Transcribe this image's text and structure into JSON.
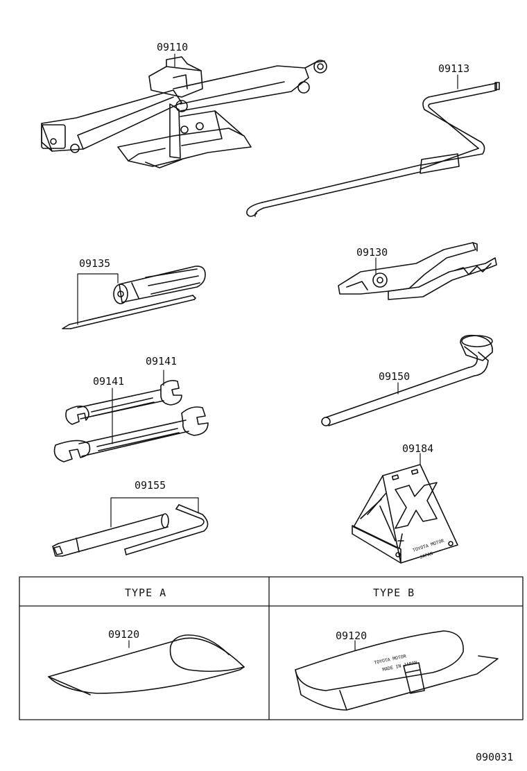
{
  "labels": {
    "jack": "09110",
    "jack_handle": "09113",
    "screwdriver": "09135",
    "pliers": "09130",
    "wrench_small": "09141",
    "wrench_large": "09141",
    "wheel_nut_wrench": "09150",
    "wheel_chock": "09184",
    "socket_tool": "09155",
    "tool_bag_a": "09120",
    "tool_bag_b": "09120"
  },
  "table": {
    "type_a_header": "TYPE  A",
    "type_b_header": "TYPE  B"
  },
  "stamps": {
    "chock_line1": "TOYOTA MOTOR",
    "chock_line2": "JAPAN",
    "bag_b_line1": "TOYOTA MOTOR",
    "bag_b_line2": "MADE IN JAPAN"
  },
  "figure_id": "090031"
}
